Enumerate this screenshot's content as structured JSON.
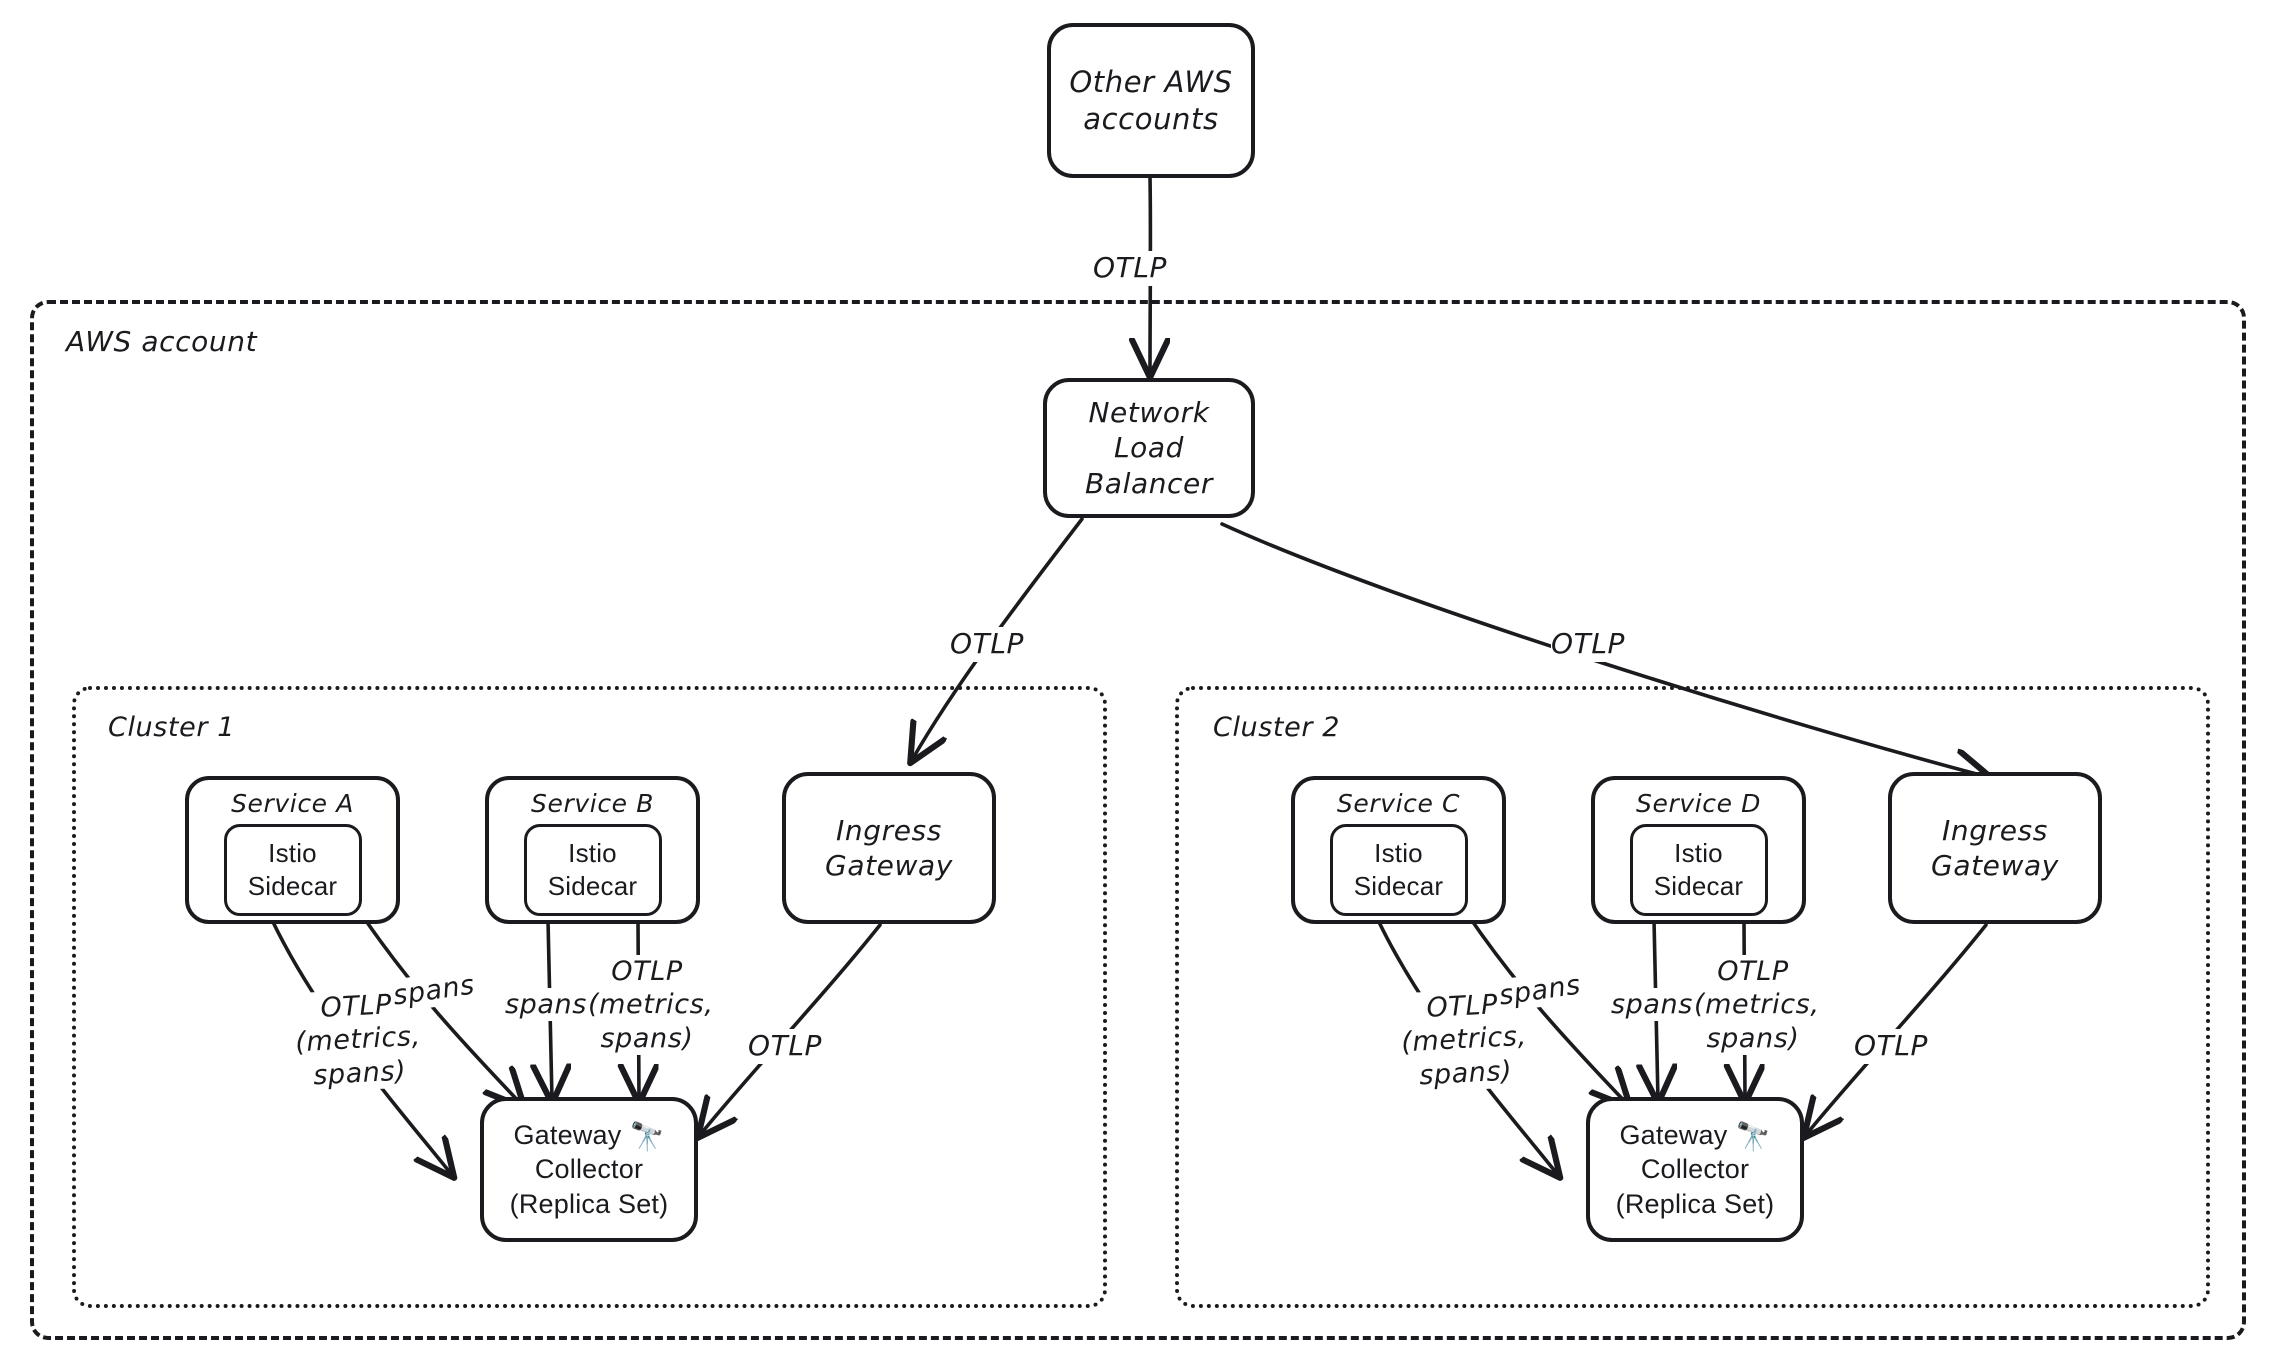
{
  "diagram": {
    "title": "AWS OpenTelemetry multi-cluster collection architecture",
    "stroke_color": "#1b1b1f",
    "background_color": "#ffffff"
  },
  "zones": {
    "aws_account": {
      "label": "AWS account",
      "border_style": "dashed"
    },
    "cluster_1": {
      "label": "Cluster 1",
      "border_style": "dotted"
    },
    "cluster_2": {
      "label": "Cluster 2",
      "border_style": "dotted"
    }
  },
  "nodes": {
    "other_aws_accounts": {
      "line1": "Other AWS",
      "line2": "accounts"
    },
    "network_load_balancer": {
      "line1": "Network",
      "line2": "Load",
      "line3": "Balancer"
    },
    "service_a": {
      "title": "Service A",
      "sidecar_line1": "Istio",
      "sidecar_line2": "Sidecar"
    },
    "service_b": {
      "title": "Service B",
      "sidecar_line1": "Istio",
      "sidecar_line2": "Sidecar"
    },
    "service_c": {
      "title": "Service C",
      "sidecar_line1": "Istio",
      "sidecar_line2": "Sidecar"
    },
    "service_d": {
      "title": "Service D",
      "sidecar_line1": "Istio",
      "sidecar_line2": "Sidecar"
    },
    "ingress_gateway_1": {
      "line1": "Ingress",
      "line2": "Gateway"
    },
    "ingress_gateway_2": {
      "line1": "Ingress",
      "line2": "Gateway"
    },
    "gateway_collector_1": {
      "line1": "Gateway",
      "icon": "🔭",
      "line2": "Collector",
      "line3": "(Replica Set)"
    },
    "gateway_collector_2": {
      "line1": "Gateway",
      "icon": "🔭",
      "line2": "Collector",
      "line3": "(Replica Set)"
    }
  },
  "edge_labels": {
    "accounts_to_nlb": "OTLP",
    "nlb_to_cluster1": "OTLP",
    "nlb_to_cluster2": "OTLP",
    "c1_service_a_otlp": "OTLP\n(metrics,\nspans)",
    "c1_service_a_spans": "spans",
    "c1_service_b_spans": "spans",
    "c1_service_b_otlp": "OTLP\n(metrics,\nspans)",
    "c1_ingress_otlp": "OTLP",
    "c2_service_c_otlp": "OTLP\n(metrics,\nspans)",
    "c2_service_c_spans": "spans",
    "c2_service_d_spans": "spans",
    "c2_service_d_otlp": "OTLP\n(metrics,\nspans)",
    "c2_ingress_otlp": "OTLP"
  },
  "icons": {
    "telescope": "🔭"
  }
}
